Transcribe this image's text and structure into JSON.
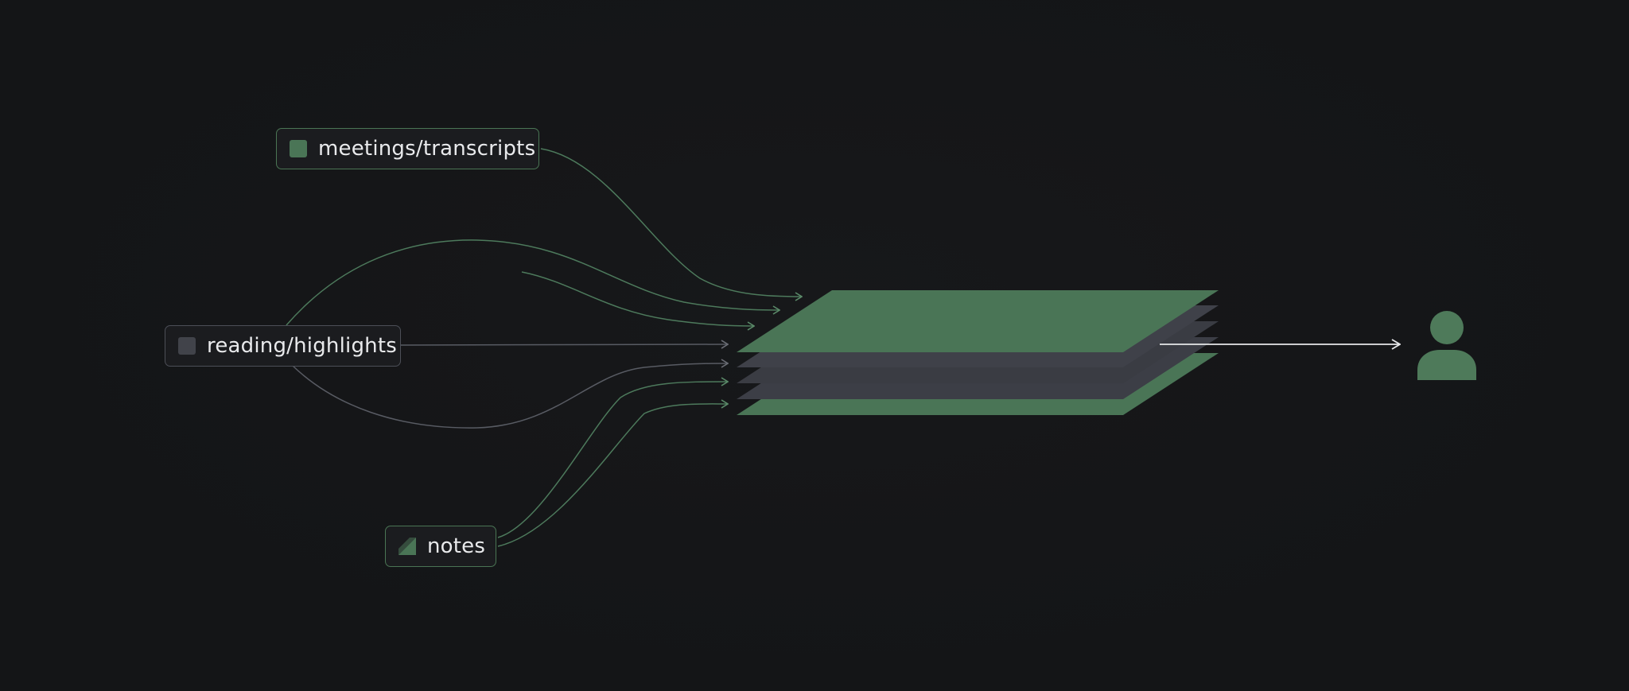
{
  "sources": [
    {
      "id": "meetings",
      "label": "meetings/transcripts",
      "icon": "green-square-icon"
    },
    {
      "id": "reading",
      "label": "reading/highlights",
      "icon": "gray-square-icon"
    },
    {
      "id": "notes",
      "label": "notes",
      "icon": "note-triangle-icon"
    }
  ],
  "stack": {
    "layers_top_to_bottom": [
      "green",
      "gray",
      "gray",
      "gray",
      "green"
    ]
  },
  "output": {
    "icon": "user-icon"
  },
  "colors": {
    "background": "#151618",
    "green": "#4a7556",
    "gray": "#3c3e46",
    "green_wire": "#4d7a5c",
    "gray_wire": "#585b63",
    "user": "#4e7a5a",
    "output_arrow": "#e6e7e9"
  }
}
